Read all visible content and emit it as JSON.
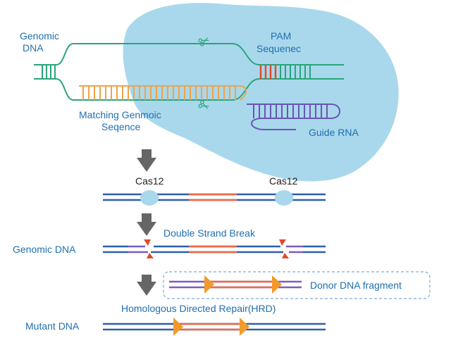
{
  "labels": {
    "genomic_dna_top_line1": "Genomic",
    "genomic_dna_top_line2": "DNA",
    "pam_line1": "PAM",
    "pam_line2": "Sequenec",
    "matching_line1": "Matching Genmoic",
    "matching_line2": "Seqence",
    "guide_rna": "Guide RNA",
    "cas12_left": "Cas12",
    "cas12_right": "Cas12",
    "double_strand_break": "Double Strand Break",
    "genomic_dna": "Genomic DNA",
    "donor_fragment": "Donor DNA fragment",
    "hdr": "Homologous Directed Repair(HRD)",
    "mutant_dna": "Mutant DNA"
  },
  "colors": {
    "cas_blob": "#a9d8ec",
    "genomic_strand": "#2aa57a",
    "matching_sequence": "#f0a347",
    "pam": "#e34a2b",
    "guide_rna": "#6a55b5",
    "dna_blue": "#2f5fae",
    "dna_red": "#ef6a44",
    "donor_purple": "#7a5cc4",
    "triangle_orange": "#f39a2a",
    "arrow_gray": "#666666",
    "label_blue": "#1f6fb0"
  },
  "icons": [
    "scissors-icon",
    "down-arrow-icon",
    "cas12-protein-icon"
  ]
}
